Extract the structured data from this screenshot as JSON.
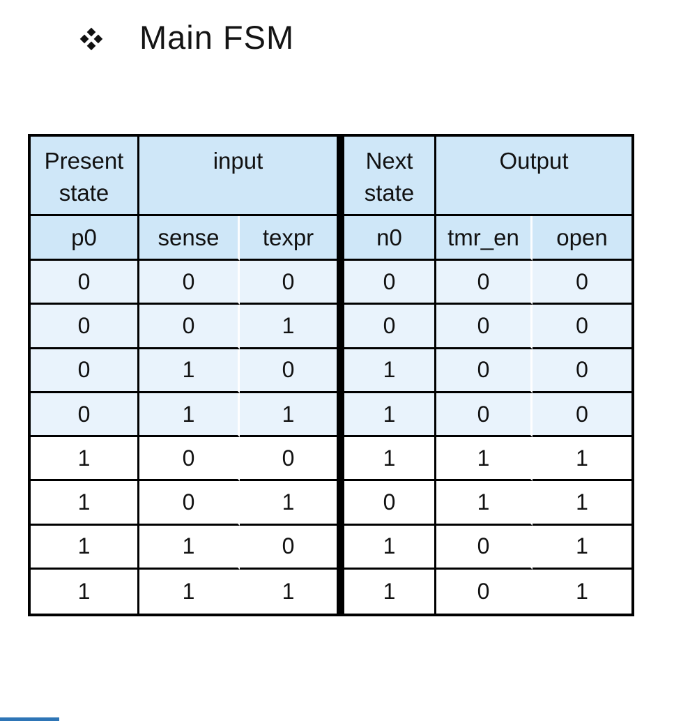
{
  "title": {
    "text": "Main FSM",
    "bullet_icon": "four-diamond-bullet"
  },
  "table": {
    "group_headers": [
      {
        "label": "Present state",
        "span": 1
      },
      {
        "label": "input",
        "span": 2
      },
      {
        "label": "Next state",
        "span": 1
      },
      {
        "label": "Output",
        "span": 2
      }
    ],
    "column_headers": [
      "p0",
      "sense",
      "texpr",
      "n0",
      "tmr_en",
      "open"
    ],
    "rows": [
      [
        "0",
        "0",
        "0",
        "0",
        "0",
        "0"
      ],
      [
        "0",
        "0",
        "1",
        "0",
        "0",
        "0"
      ],
      [
        "0",
        "1",
        "0",
        "1",
        "0",
        "0"
      ],
      [
        "0",
        "1",
        "1",
        "1",
        "0",
        "0"
      ],
      [
        "1",
        "0",
        "0",
        "1",
        "1",
        "1"
      ],
      [
        "1",
        "0",
        "1",
        "0",
        "1",
        "1"
      ],
      [
        "1",
        "1",
        "0",
        "1",
        "0",
        "1"
      ],
      [
        "1",
        "1",
        "1",
        "1",
        "0",
        "1"
      ]
    ],
    "colors": {
      "header_bg": "#cfe7f8",
      "highlight_row_bg": "#e9f3fc",
      "plain_row_bg": "#ffffff",
      "border": "#000000",
      "section_divider": "#000000"
    }
  },
  "footer": {
    "accent_line_color": "#2e75b6"
  }
}
